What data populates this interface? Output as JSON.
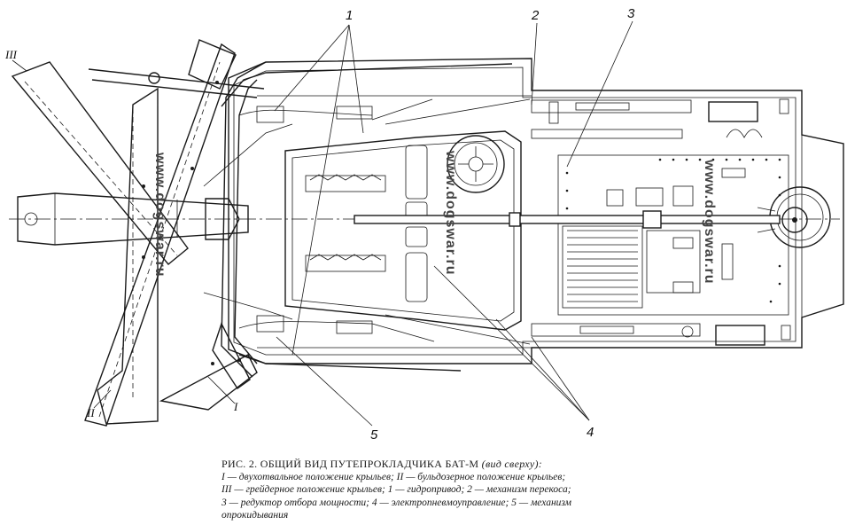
{
  "figure": {
    "title_prefix": "РИС. 2. ОБЩИЙ ВИД ПУТЕПРОКЛАДЧИКА БАТ-М",
    "title_suffix": "(вид сверху):",
    "legend_lines": [
      "I — двухотвальное положение крыльев; II — бульдозерное положение крыльев;",
      "III — грейдерное положение крыльев; 1 — гидропривод; 2 — механизм перекоса;",
      "3 — редуктор отбора мощности; 4 — электропневмоуправление; 5 — механизм",
      "опрокидывания"
    ]
  },
  "callouts": {
    "c1": "1",
    "c2": "2",
    "c3": "3",
    "c4": "4",
    "c5": "5",
    "pos1": "I",
    "pos2": "II",
    "pos3": "III"
  },
  "watermarks": {
    "w1": "www.dogswar.ru",
    "w2": "www.dogswar.ru",
    "w3": "www.dogswar.ru"
  }
}
